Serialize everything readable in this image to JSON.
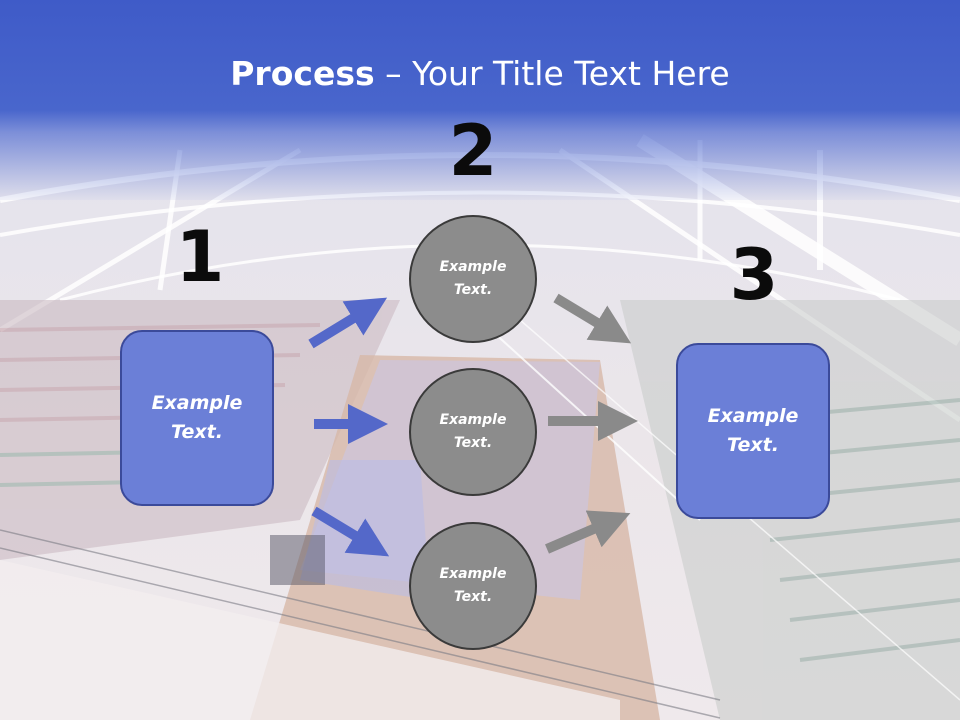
{
  "title": {
    "bold": "Process",
    "rest": " – Your Title Text Here"
  },
  "steps": {
    "one": {
      "number": "1",
      "line1": "Example",
      "line2": "Text."
    },
    "two": {
      "number": "2"
    },
    "three": {
      "number": "3",
      "line1": "Example",
      "line2": "Text."
    }
  },
  "circles": [
    {
      "line1": "Example",
      "line2": "Text."
    },
    {
      "line1": "Example",
      "line2": "Text."
    },
    {
      "line1": "Example",
      "line2": "Text."
    }
  ],
  "colors": {
    "banner": "#4966cc",
    "box_fill": "#6b7fd7",
    "box_border": "#3b4a9a",
    "circle_fill": "#8c8c8c",
    "arrow_blue": "#5468c9",
    "arrow_gray": "#8a8a8a"
  }
}
